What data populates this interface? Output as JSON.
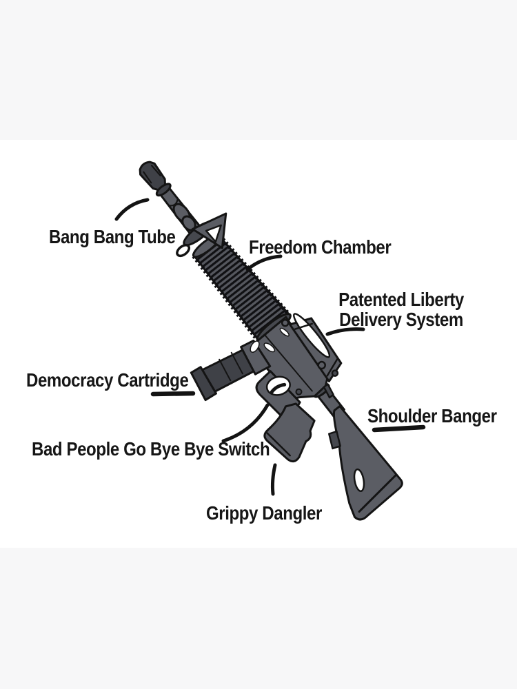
{
  "background": {
    "band_color": "#f7f7f8",
    "center_color": "#ffffff"
  },
  "diagram": {
    "subject": "satirical-rifle-parts-diagram",
    "labels": {
      "bang_bang_tube": "Bang Bang Tube",
      "freedom_chamber": "Freedom Chamber",
      "patented_liberty_line1": "Patented Liberty",
      "patented_liberty_line2": "Delivery System",
      "democracy_cartridge": "Democracy Cartridge",
      "bad_people_switch": "Bad People Go Bye Bye Switch",
      "shoulder_banger": "Shoulder Banger",
      "grippy_dangler": "Grippy Dangler"
    },
    "colors": {
      "label_text": "#161616",
      "pointer_stroke": "#131313",
      "rifle_body": "#5b5d64",
      "rifle_dark": "#46484e",
      "rifle_darker": "#3f4147",
      "rifle_outline": "#141414",
      "handguard_stripe_dark": "#101013",
      "handguard_stripe_light": "#55575e"
    }
  }
}
